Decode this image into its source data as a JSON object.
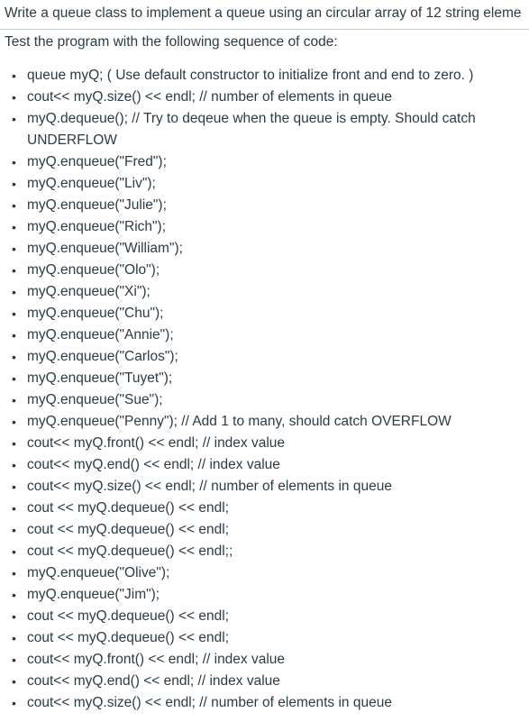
{
  "header": {
    "text": "Write a queue class to implement a queue using an circular array of 12 string eleme"
  },
  "intro": {
    "text": "Test the program with the following sequence of code:"
  },
  "code_lines": [
    "queue myQ;   ( Use default constructor to initialize front and end to zero. )",
    "cout<< myQ.size() << endl;   // number of elements in queue",
    "myQ.dequeue();   // Try to deqeue when the queue is empty. Should catch UNDERFLOW",
    "myQ.enqueue(\"Fred\");",
    "myQ.enqueue(\"Liv\");",
    "myQ.enqueue(\"Julie\");",
    "myQ.enqueue(\"Rich\");",
    "myQ.enqueue(\"William\");",
    "myQ.enqueue(\"Olo\");",
    "myQ.enqueue(\"Xi\");",
    "myQ.enqueue(\"Chu\");",
    "myQ.enqueue(\"Annie\");",
    "myQ.enqueue(\"Carlos\");",
    "myQ.enqueue(\"Tuyet\");",
    "myQ.enqueue(\"Sue\");",
    "myQ.enqueue(\"Penny\");   // Add 1 to many, should catch OVERFLOW",
    "cout<< myQ.front() << endl;   // index value",
    "cout<< myQ.end() << endl;   // index value",
    "cout<< myQ.size() << endl;   // number of elements in queue",
    "cout << myQ.dequeue() << endl;",
    "cout << myQ.dequeue() << endl;",
    "cout << myQ.dequeue() << endl;;",
    "myQ.enqueue(\"Olive\");",
    "myQ.enqueue(\"Jim\");",
    "cout << myQ.dequeue() << endl;",
    "cout << myQ.dequeue() << endl;",
    "cout<< myQ.front() << endl;   // index value",
    "cout<< myQ.end() << endl;   // index value",
    "cout<< myQ.size() << endl;   // number of elements in queue"
  ]
}
